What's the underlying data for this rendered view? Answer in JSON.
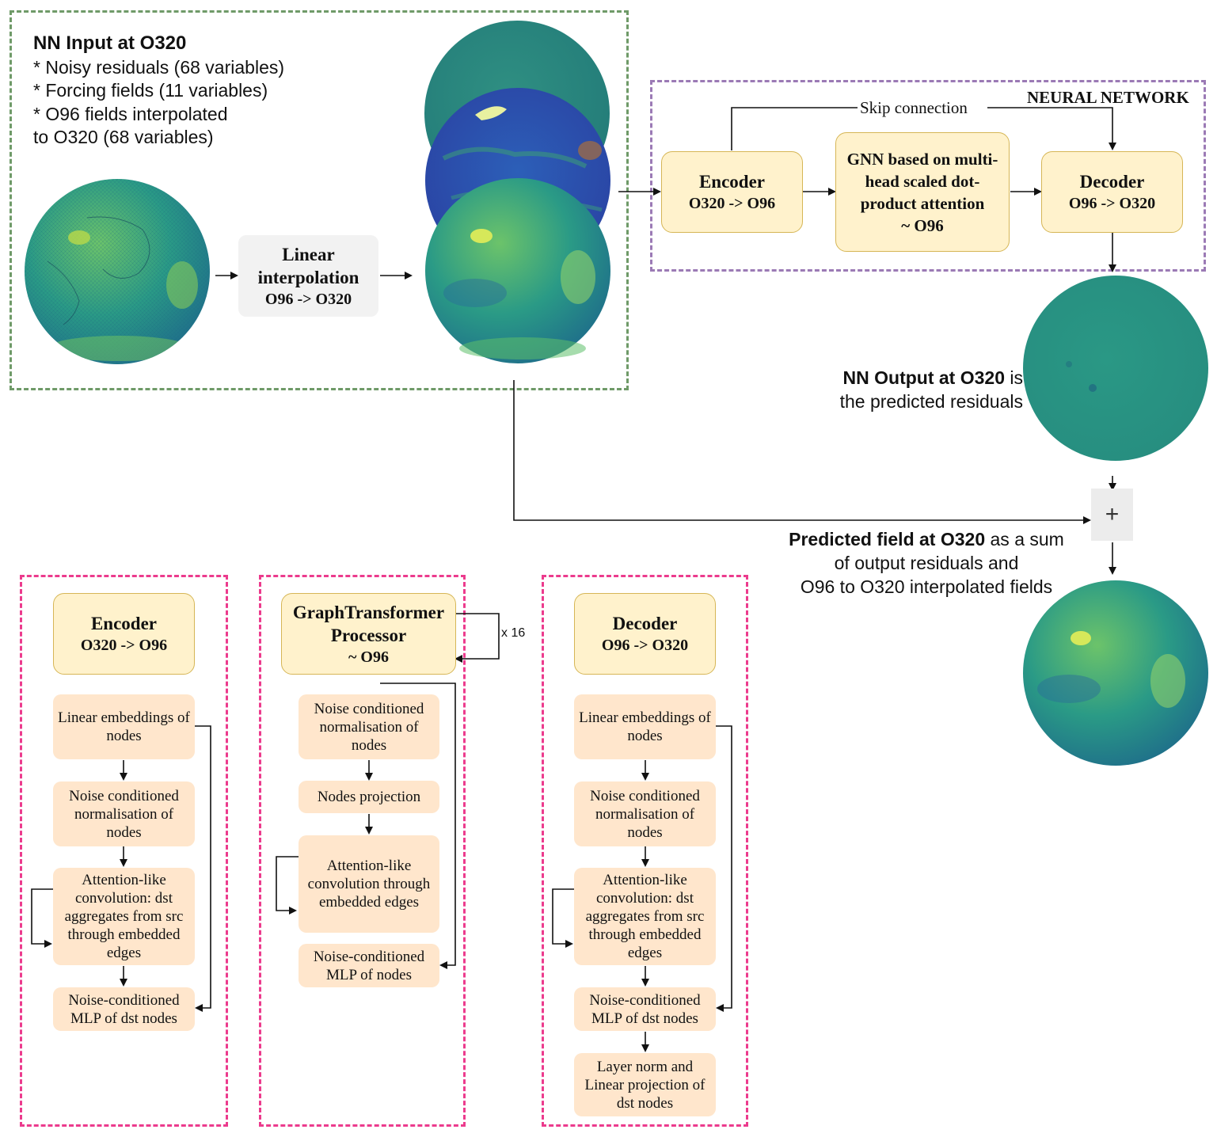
{
  "input_block": {
    "title": "NN Input at O320",
    "lines": [
      "* Noisy residuals (68 variables)",
      "* Forcing fields (11 variables)",
      "* O96 fields interpolated",
      "to O320 (68 variables)"
    ]
  },
  "linear_interp": {
    "l1": "Linear",
    "l2": "interpolation",
    "l3": "O96 -> O320"
  },
  "neural_network": {
    "label": "NEURAL NETWORK",
    "skip_label": "Skip connection",
    "encoder": {
      "l1": "Encoder",
      "l2": "O320 -> O96"
    },
    "gnn": {
      "l1": "GNN based on multi-",
      "l2": "head scaled dot-",
      "l3": "product attention",
      "l4": "~ O96"
    },
    "decoder": {
      "l1": "Decoder",
      "l2": "O96 -> O320"
    }
  },
  "nn_output": {
    "bold": "NN Output at O320",
    "rest1": " is",
    "rest2": "the predicted residuals"
  },
  "sum_symbol": "+",
  "predicted": {
    "bold": "Predicted field at O320",
    "rest1": " as a sum",
    "l2": "of output residuals and",
    "l3": "O96 to O320 interpolated fields"
  },
  "encoder_detail": {
    "header": {
      "l1": "Encoder",
      "l2": "O320 -> O96"
    },
    "steps": [
      "Linear embeddings of nodes",
      "Noise conditioned normalisation of nodes",
      "Attention-like convolution: dst aggregates from src through embedded edges",
      "Noise-conditioned MLP of dst nodes"
    ]
  },
  "processor_detail": {
    "header": {
      "l1": "GraphTransformer",
      "l2": "Processor",
      "l3": "~ O96"
    },
    "repeat": "x 16",
    "steps": [
      "Noise conditioned normalisation of nodes",
      "Nodes projection",
      "Attention-like convolution through embedded edges",
      "Noise-conditioned MLP of nodes"
    ]
  },
  "decoder_detail": {
    "header": {
      "l1": "Decoder",
      "l2": "O96 -> O320"
    },
    "steps": [
      "Linear embeddings of nodes",
      "Noise conditioned normalisation of nodes",
      "Attention-like convolution: dst aggregates from src through embedded edges",
      "Noise-conditioned MLP of dst nodes",
      "Layer norm and Linear projection of dst nodes"
    ]
  },
  "colors": {
    "green_dash": "#6f9a68",
    "purple_dash": "#9b7ab5",
    "pink_dash": "#ec3b8d",
    "yellow_box": "#fff2cc",
    "orange_box": "#ffe6cc"
  }
}
